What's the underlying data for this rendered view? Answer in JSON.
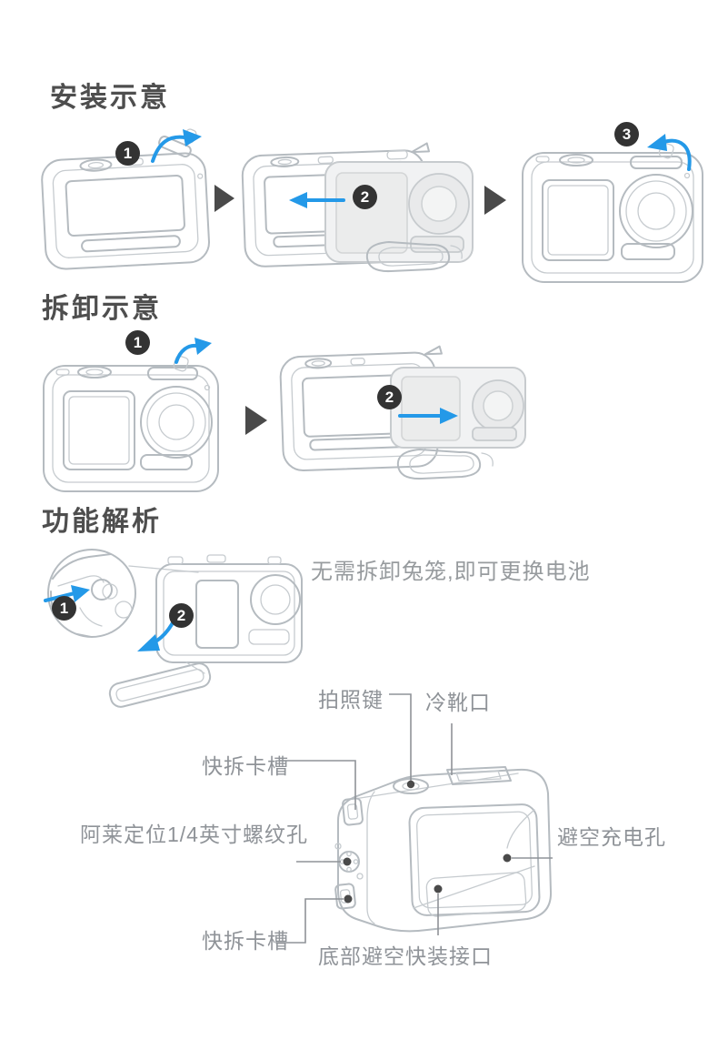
{
  "colors": {
    "accent_blue": "#2499e8",
    "badge_bg": "#333333",
    "badge_text": "#ffffff",
    "heading_text": "#4e4e4e",
    "label_text": "#8f9398",
    "line_art": "#b5bbc0",
    "step_arrow_dark": "#4a4a4a",
    "background": "#ffffff"
  },
  "sections": {
    "install": {
      "title": "安装示意",
      "steps": [
        "1",
        "2",
        "3"
      ]
    },
    "remove": {
      "title": "拆卸示意",
      "steps": [
        "1",
        "2"
      ]
    },
    "features": {
      "title": "功能解析",
      "note": "无需拆卸兔笼,即可更换电池",
      "steps": [
        "1",
        "2"
      ],
      "callouts": {
        "shutter_button": "拍照键",
        "cold_shoe": "冷靴口",
        "quick_release_slot_top": "快拆卡槽",
        "arri_locating_quarter_inch_thread": "阿莱定位1/4英寸螺纹孔",
        "charging_hole": "避空充电孔",
        "quick_release_slot_bottom": "快拆卡槽",
        "bottom_quick_mount": "底部避空快装接口"
      }
    }
  }
}
